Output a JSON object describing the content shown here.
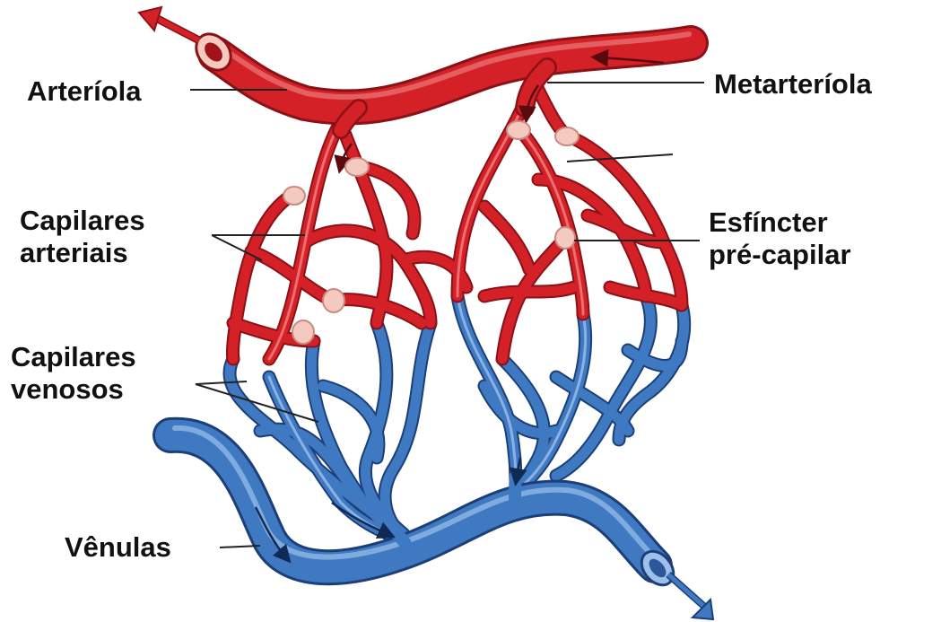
{
  "labels": {
    "arteriola": "Arteríola",
    "metarteriola": "Metarteríola",
    "capilares_arteriais": [
      "Capilares",
      "arteriais"
    ],
    "esfincter": [
      "Esfíncter",
      "pré-capilar"
    ],
    "capilares_venosos": [
      "Capilares",
      "venosos"
    ],
    "venulas": "Vênulas"
  },
  "colors": {
    "arterial": "#d42027",
    "arterial_dark": "#8a1116",
    "arterial_light": "#f08a8a",
    "venous": "#3f79c2",
    "venous_dark": "#1c3f78",
    "venous_light": "#9cc0ea",
    "sphincter": "#f4c9c0",
    "leader_line": "#222222"
  }
}
